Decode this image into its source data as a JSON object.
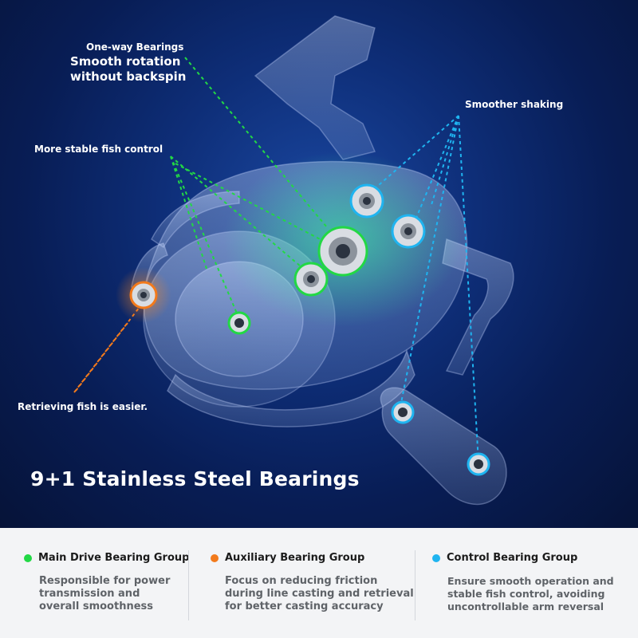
{
  "callouts": {
    "oneway_title": "One-way Bearings",
    "oneway_desc": "Smooth rotation\nwithout backspin",
    "stable_control": "More stable fish control",
    "smoother_shaking": "Smoother shaking",
    "retrieving": "Retrieving fish is easier."
  },
  "headline": "9+1 Stainless Steel Bearings",
  "groups": [
    {
      "name": "Main Drive Bearing Group",
      "color": "#22d845",
      "desc": "Responsible for power\ntransmission and\noverall smoothness"
    },
    {
      "name": "Auxiliary Bearing Group",
      "color": "#f27a1c",
      "desc": "Focus on reducing friction\nduring line casting and retrieval\nfor better casting accuracy"
    },
    {
      "name": "Control Bearing Group",
      "color": "#1fb4f0",
      "desc": "Ensure smooth operation and\nstable fish control, avoiding\nuncontrollable arm reversal"
    }
  ],
  "colors": {
    "main": "#22d845",
    "auxiliary": "#f27a1c",
    "control": "#1fb4f0"
  }
}
